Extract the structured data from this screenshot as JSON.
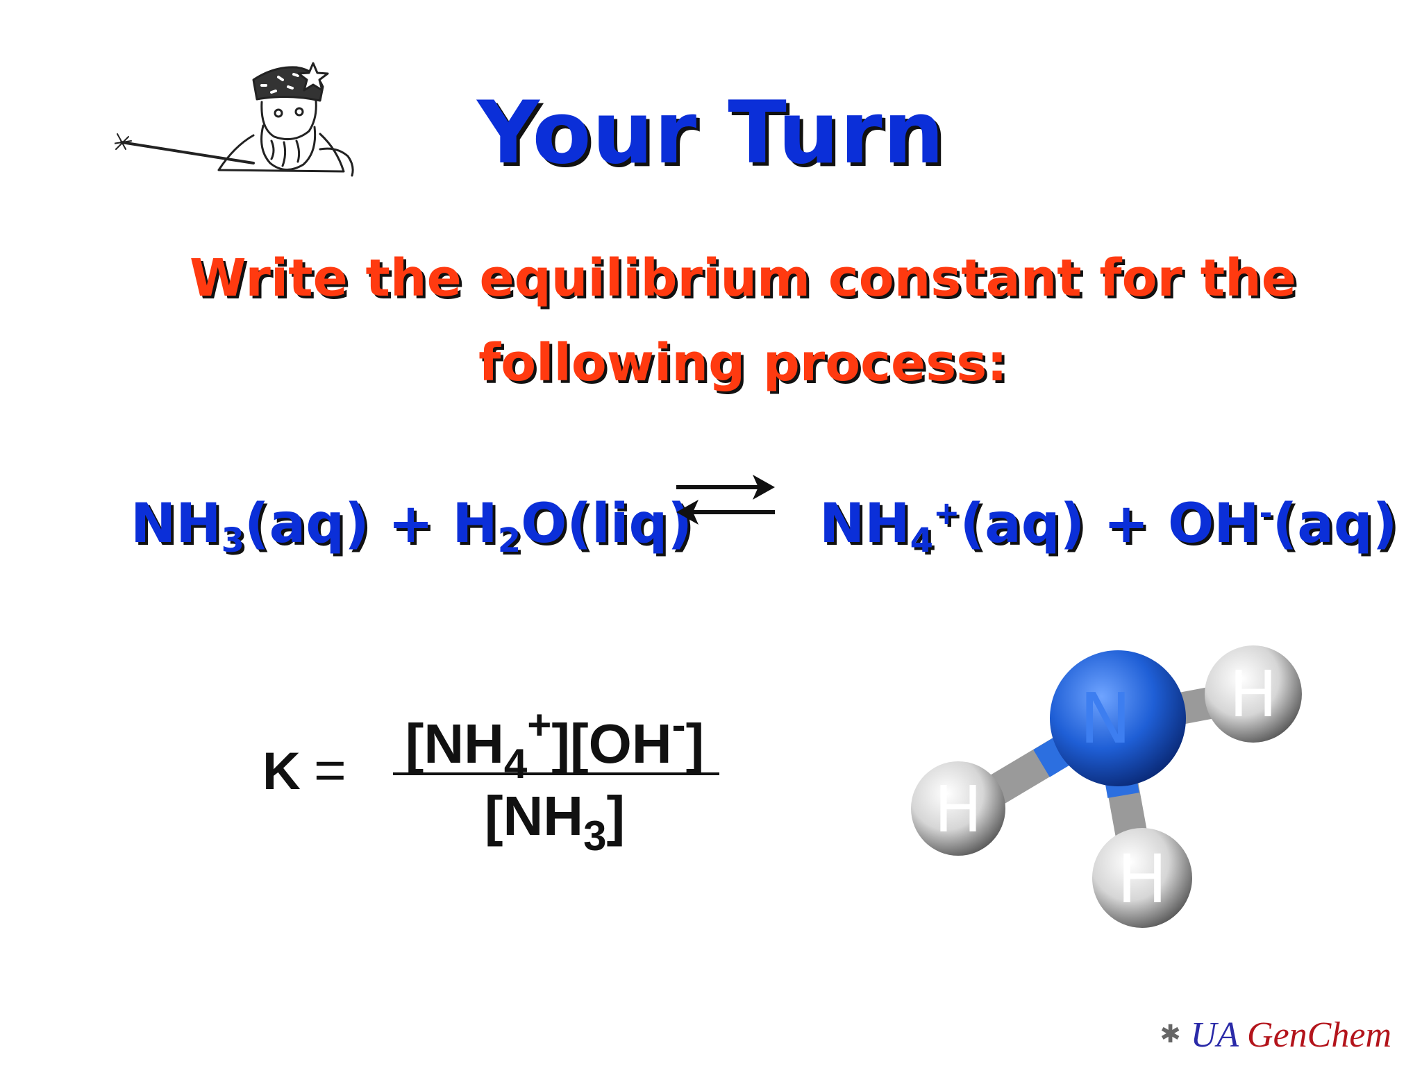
{
  "slide": {
    "title": "Your Turn",
    "prompt_line1": "Write the equilibrium constant for the",
    "prompt_line2": "following process:"
  },
  "reaction": {
    "reactant1": "NH",
    "reactant1_sub": "3",
    "reactant1_state": "(aq) + ",
    "reactant2": "H",
    "reactant2_sub": "2",
    "reactant2_rest": "O(liq)",
    "product1": "NH",
    "product1_sub": "4",
    "product1_sup": "+",
    "product1_state": "(aq) + ",
    "product2": "OH",
    "product2_sup": "-",
    "product2_state": "(aq)"
  },
  "equation": {
    "k_label": "K",
    "equals": "=",
    "num_a": "[NH",
    "num_a_sub": "4",
    "num_a_sup": "+",
    "num_b": "][OH",
    "num_b_sup": "-",
    "num_c": "]",
    "den_a": "[NH",
    "den_a_sub": "3",
    "den_b": "]"
  },
  "molecule": {
    "center_atom": "N",
    "outer_atoms": [
      "H",
      "H",
      "H"
    ],
    "colors": {
      "nitrogen": "#1f5fd6",
      "hydrogen": "#d9d9d9"
    }
  },
  "footer": {
    "ua": "UA",
    "genchem": "GenChem"
  },
  "colors": {
    "title": "#0b2fd8",
    "prompt": "#ff3a10",
    "reaction": "#0b2fd8",
    "footer_ua": "#2a2aa8",
    "footer_genchem": "#b3141b"
  }
}
